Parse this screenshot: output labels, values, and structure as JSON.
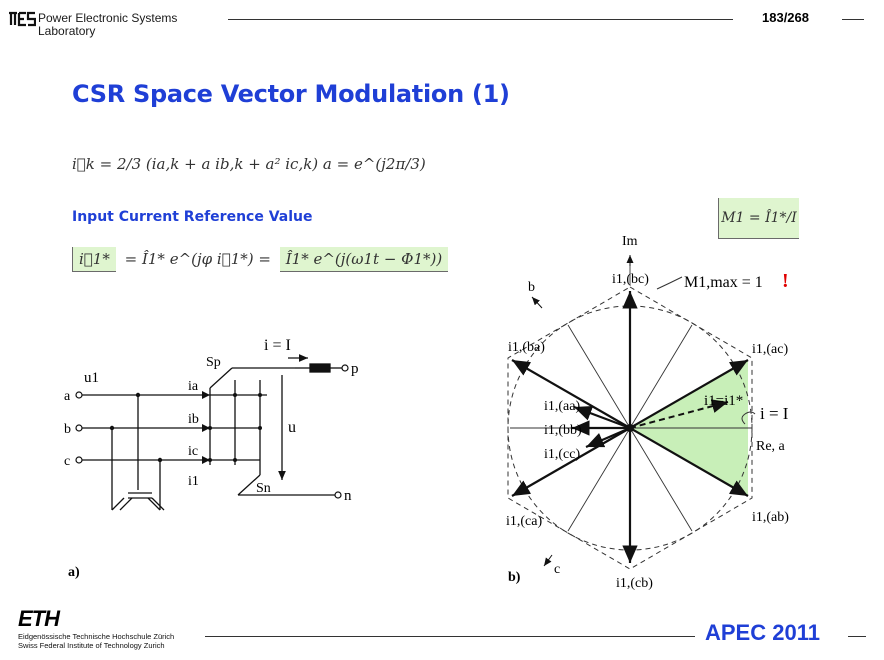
{
  "header": {
    "lab_line1": "Power Electronic Systems",
    "lab_line2": "Laboratory",
    "page": "183/268"
  },
  "slide": {
    "title": "CSR Space Vector Modulation   (1)",
    "subtitle": "Input Current Reference Value",
    "eq_space_vector": "i⃗k = 2/3 (ia,k + a ib,k + a² ic,k)      a = e^(j2π/3)",
    "eq_reference_lhs": "i⃗1*",
    "eq_reference_mid": "= Î1* e^(jφ i⃗1*) =",
    "eq_reference_rhs": "Î1* e^(j(ω1t − Φ1*))",
    "eq_modulation": "M1 = Î1*/I"
  },
  "circuit": {
    "label_a": "a)",
    "sp": "Sp",
    "sn": "Sn",
    "i_eq_I": "i = I",
    "node_p": "p",
    "node_n": "n",
    "u": "u",
    "u1": "u1",
    "ia": "ia",
    "ib": "ib",
    "ic": "ic",
    "i1": "i1",
    "node_a": "a",
    "node_b": "b",
    "node_c": "c"
  },
  "vector_diagram": {
    "label_b": "b)",
    "axis_im": "Im",
    "axis_re": "Re, a",
    "b_dir": "b",
    "c_dir": "c",
    "mmax": "M1,max = 1",
    "exclaim": "!",
    "i_eq_I": "i = I",
    "i1_ref": "i1=i1*",
    "v_bc": "i1,(bc)",
    "v_ac": "i1,(ac)",
    "v_ba": "i1,(ba)",
    "v_aa": "i1,(aa)",
    "v_bb": "i1,(bb)",
    "v_cc": "i1,(cc)",
    "v_ca": "i1,(ca)",
    "v_ab": "i1,(ab)",
    "v_cb": "i1,(cb)",
    "sector_color": "#c8efb8",
    "exclaim_color": "#e00000"
  },
  "footer": {
    "eth": "ETH",
    "inst_line1": "Eidgenössische Technische Hochschule Zürich",
    "inst_line2": "Swiss Federal Institute of Technology Zurich",
    "conference": "APEC 2011"
  }
}
